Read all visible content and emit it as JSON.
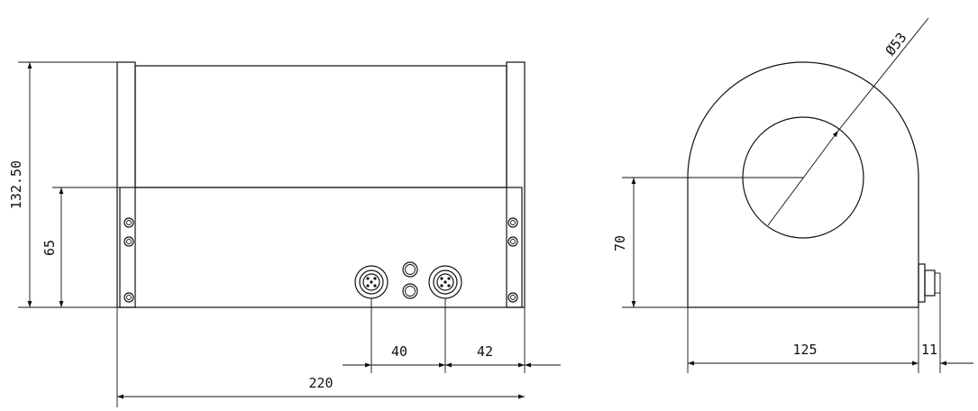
{
  "drawing": {
    "dimensions": {
      "total_height": "132.50",
      "body_height": "65",
      "connector_spacing": "40",
      "connector_edge_offset": "42",
      "total_length": "220",
      "hole_center_height": "70",
      "side_width": "125",
      "connector_depth": "11",
      "bore_diameter": "Ø53"
    }
  }
}
